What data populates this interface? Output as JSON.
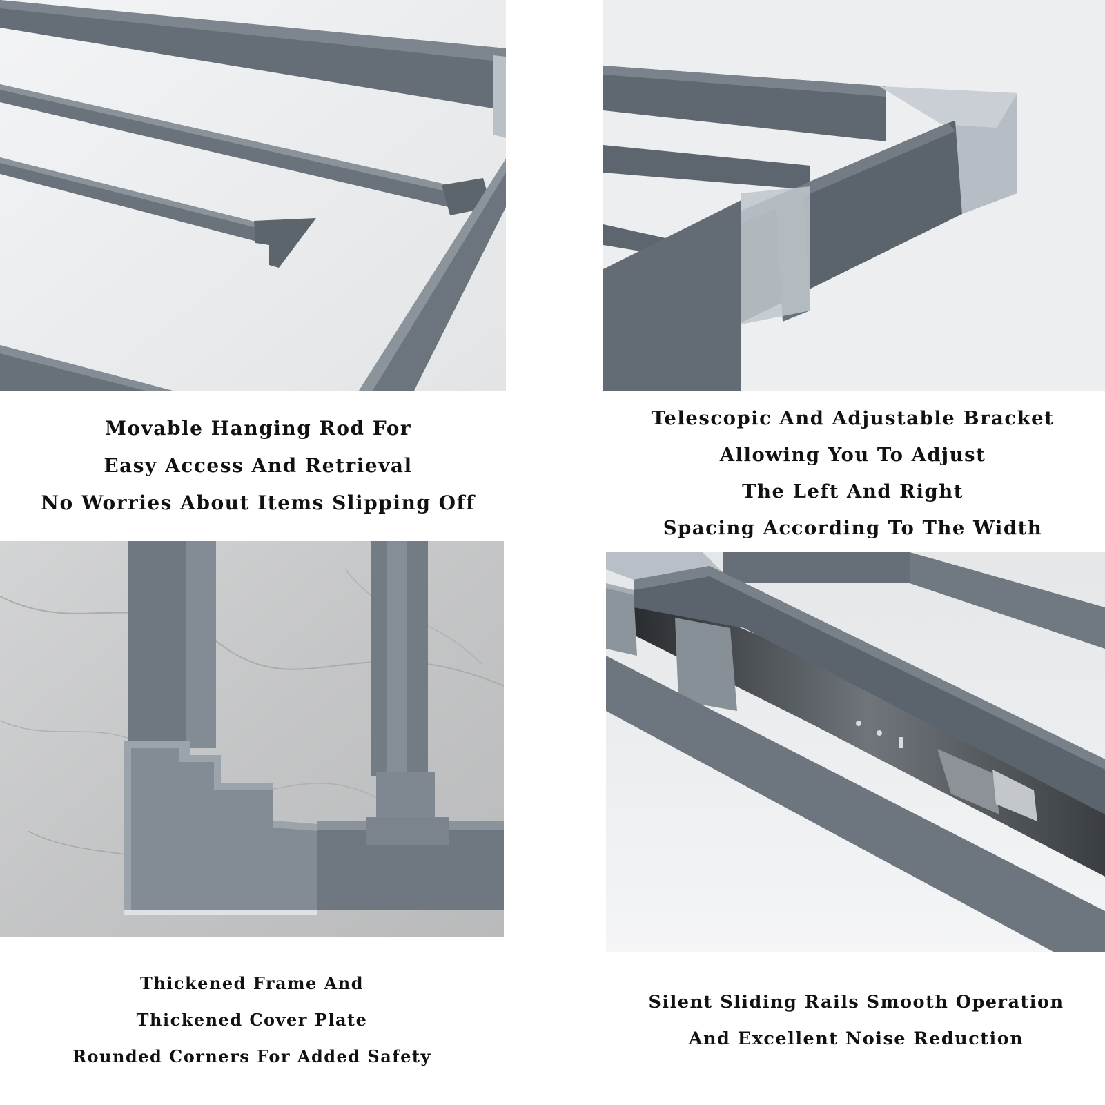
{
  "colors": {
    "rail_dark": "#5f6770",
    "rail_mid": "#737b84",
    "cap_light": "#b5bcc3",
    "background_light": "#e9ebec",
    "marble": "#c9cacb",
    "caption_text": "#111111"
  },
  "panels": [
    {
      "id": "movable-hanging-rod",
      "caption_lines": [
        "Movable Hanging Rod For",
        "Easy Access And Retrieval",
        "No Worries About Items Slipping Off"
      ]
    },
    {
      "id": "telescopic-bracket",
      "caption_lines": [
        "Telescopic And Adjustable Bracket",
        "Allowing You To Adjust",
        "The Left And Right",
        "Spacing According To The Width"
      ]
    },
    {
      "id": "thickened-frame",
      "caption_lines": [
        "Thickened Frame And",
        "Thickened Cover Plate",
        "Rounded Corners For Added Safety"
      ]
    },
    {
      "id": "silent-sliding-rails",
      "caption_lines": [
        "Silent Sliding Rails Smooth Operation",
        "And Excellent Noise Reduction"
      ]
    }
  ]
}
